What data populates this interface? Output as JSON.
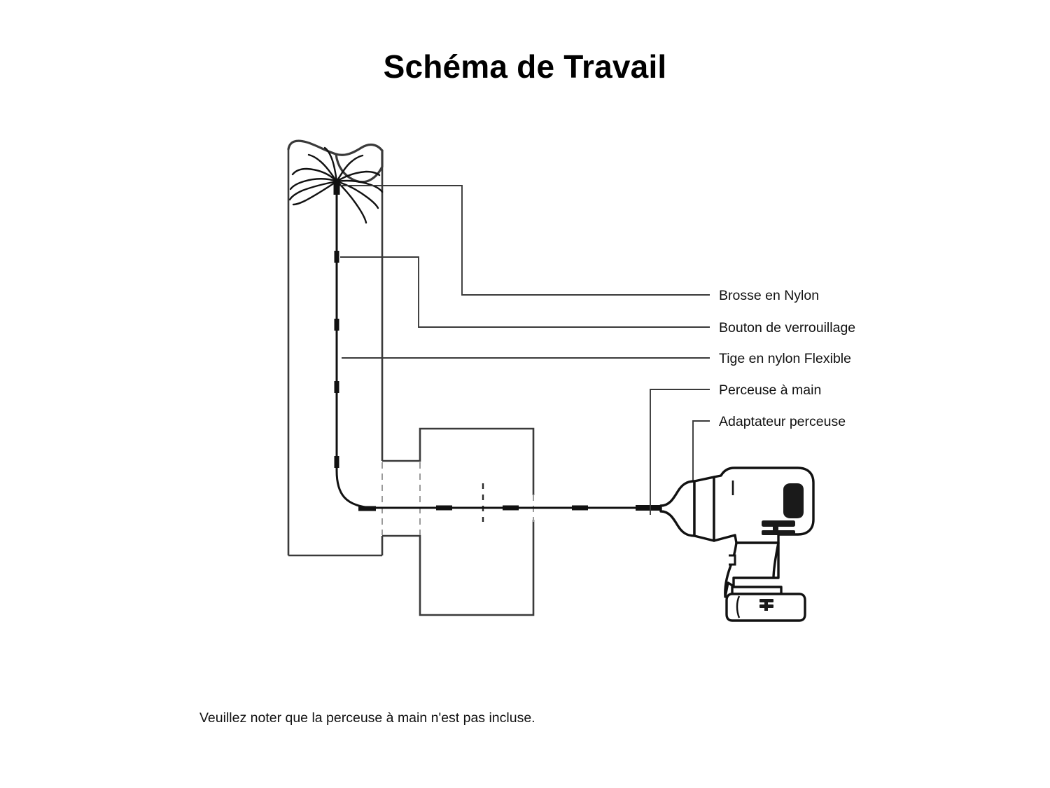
{
  "document": {
    "title": "Schéma de Travail",
    "footnote": "Veuillez noter que la perceuse à main n'est pas incluse."
  },
  "labels": [
    {
      "id": "brosse",
      "text": "Brosse en Nylon",
      "target": "nylon-brush"
    },
    {
      "id": "bouton",
      "text": "Bouton de verrouillage",
      "target": "lock-button"
    },
    {
      "id": "tige",
      "text": "Tige en nylon Flexible",
      "target": "flexible-rod"
    },
    {
      "id": "perceuse",
      "text": "Perceuse à main",
      "target": "hand-drill"
    },
    {
      "id": "adaptateur",
      "text": "Adaptateur perceuse",
      "target": "drill-adapter"
    }
  ],
  "parts": {
    "nylon_brush": "Brosse en Nylon",
    "lock_button": "Bouton de verrouillage",
    "flexible_rod": "Tige en nylon Flexible",
    "hand_drill": "Perceuse à main",
    "drill_adapter": "Adaptateur perceuse"
  },
  "colors": {
    "ink": "#111111",
    "line": "#3a3a3a",
    "rod": "#111111",
    "hidden": "#8a8a8a",
    "background": "#ffffff"
  },
  "geometry": {
    "rod_connector_count_vertical": 5,
    "rod_connector_count_horizontal": 5,
    "bristle_count": 11,
    "duct_orientation": "vertical pipe joined to horizontal duct",
    "hidden_line_style": "dashed"
  }
}
